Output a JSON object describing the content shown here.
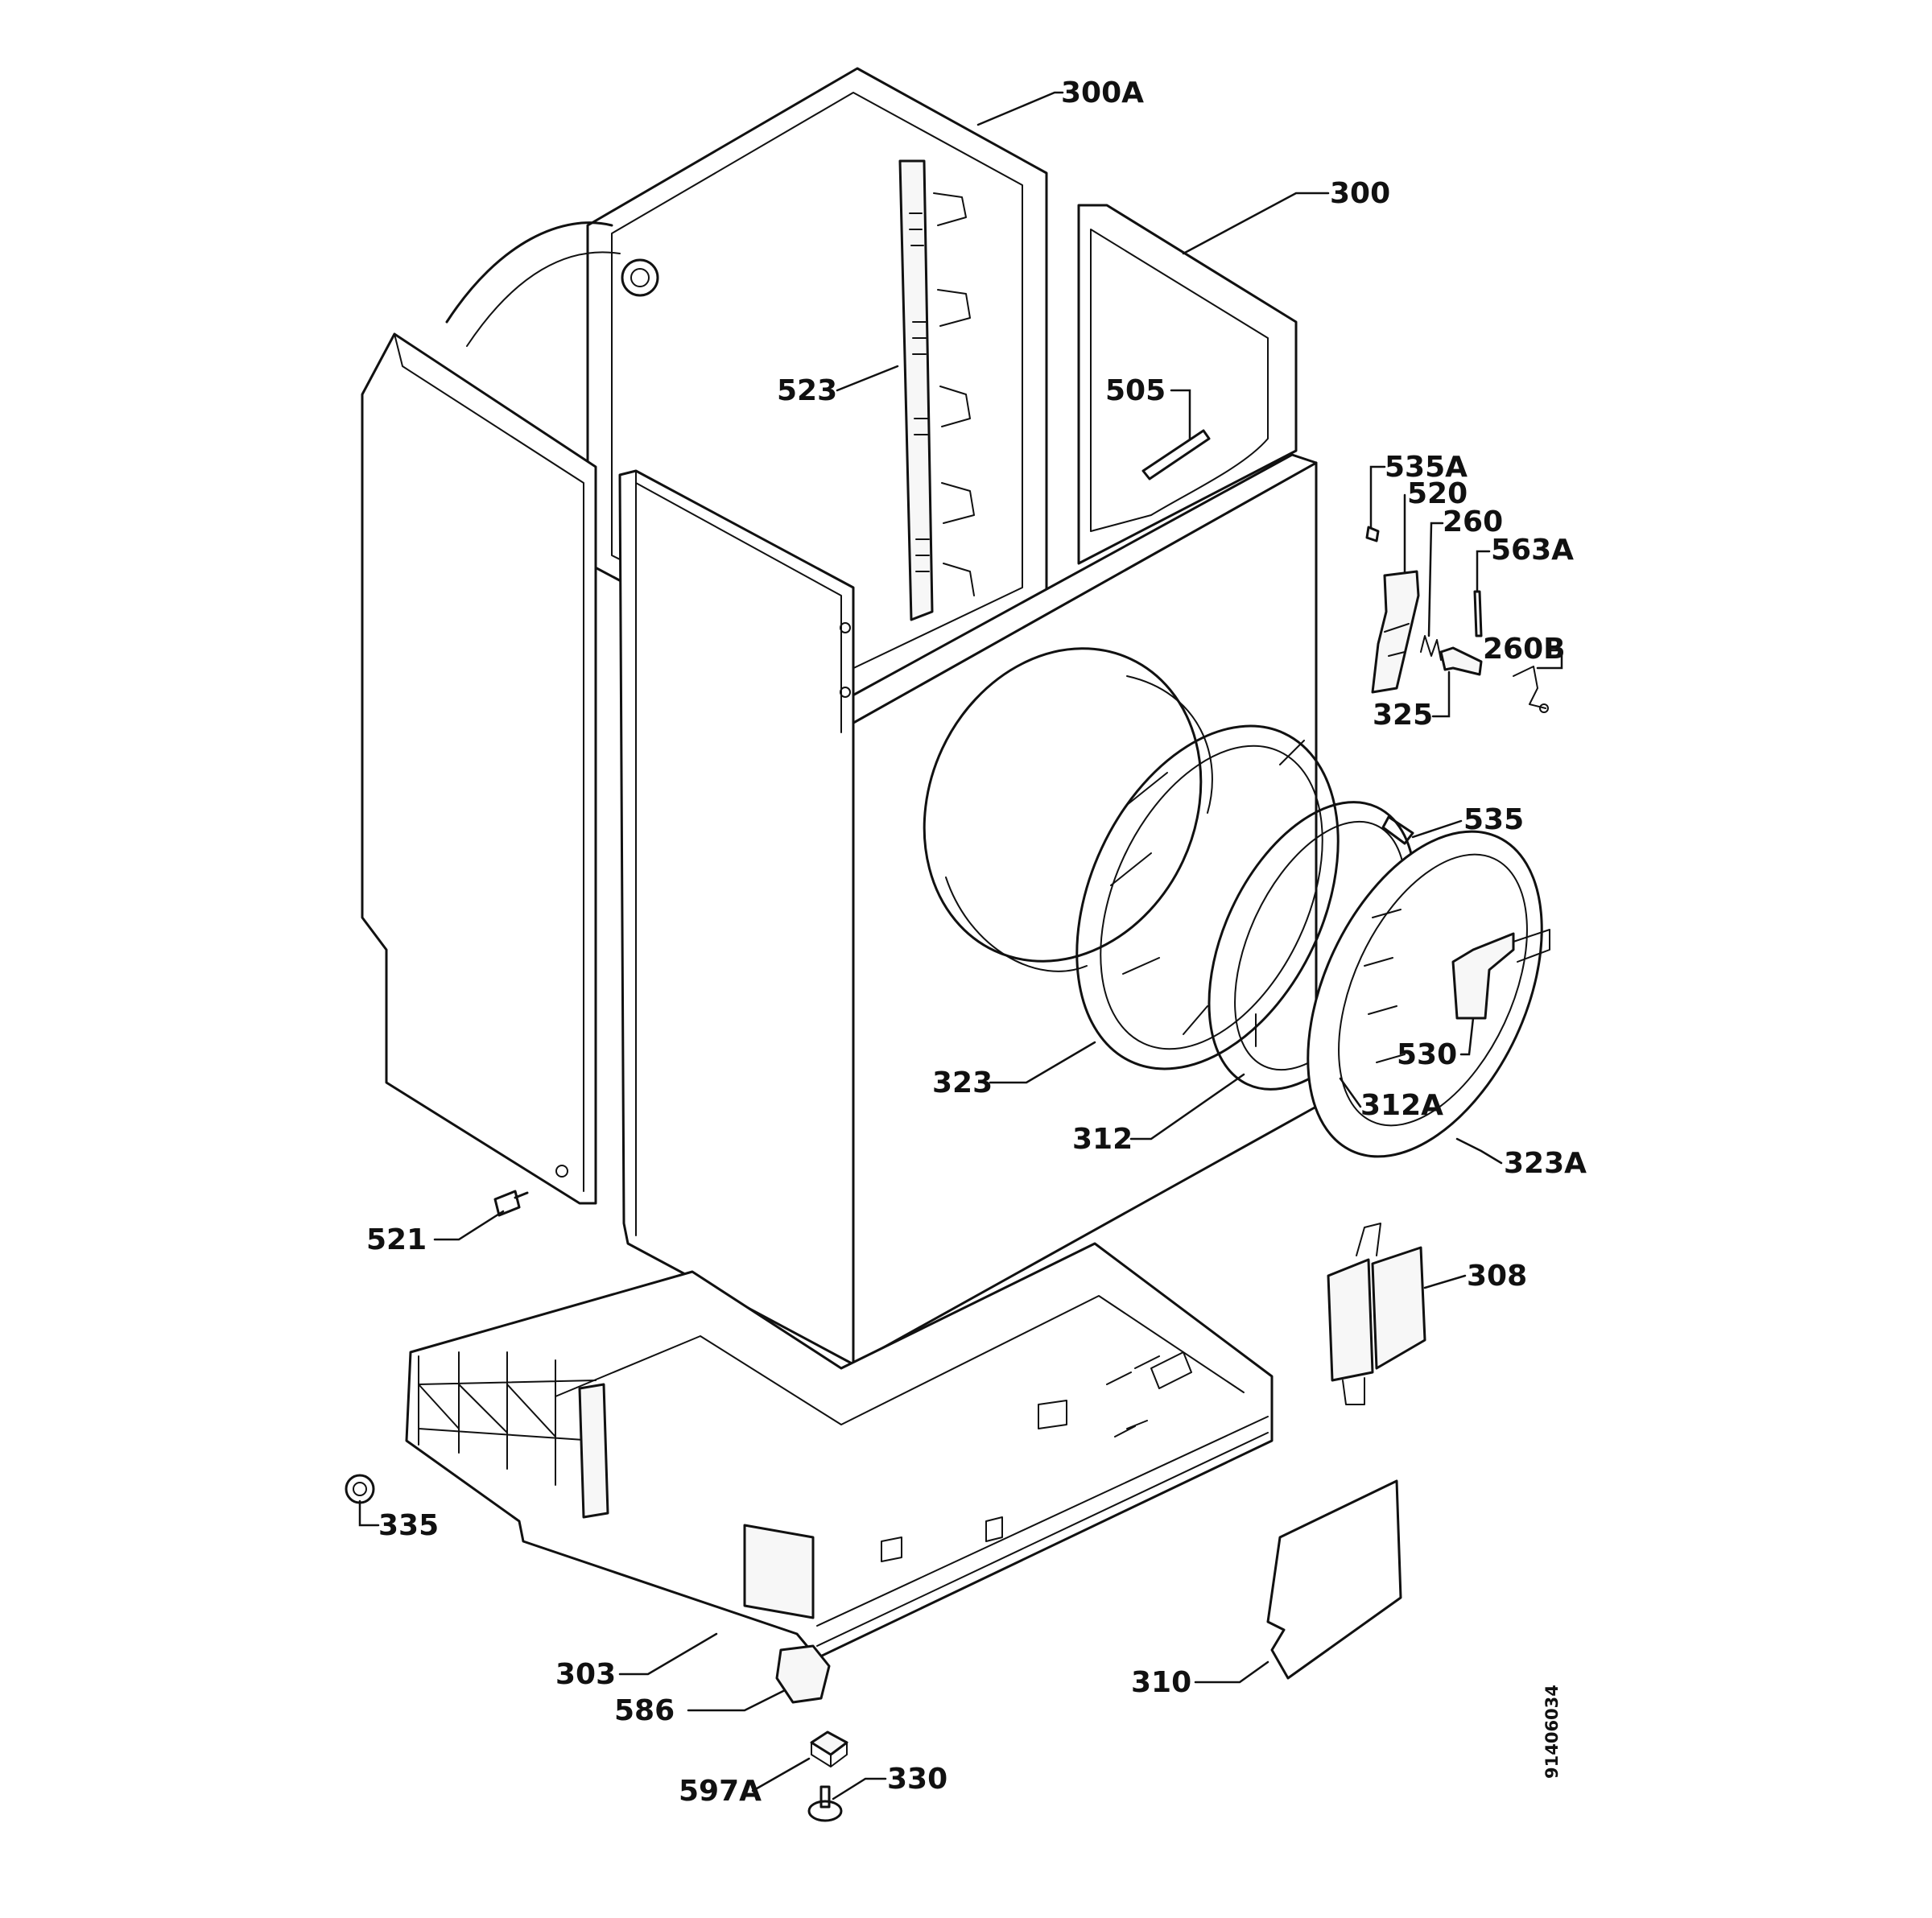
{
  "parts": {
    "p300A": "300A",
    "p300": "300",
    "p523": "523",
    "p505": "505",
    "p535A": "535A",
    "p520": "520",
    "p260": "260",
    "p563A": "563A",
    "p260B": "260B",
    "p325": "325",
    "p535": "535",
    "p530": "530",
    "p312A": "312A",
    "p323": "323",
    "p312": "312",
    "p323A": "323A",
    "p521": "521",
    "p308": "308",
    "p335": "335",
    "p303": "303",
    "p586": "586",
    "p310": "310",
    "p597A": "597A",
    "p330": "330"
  },
  "reference_code": "91406034"
}
